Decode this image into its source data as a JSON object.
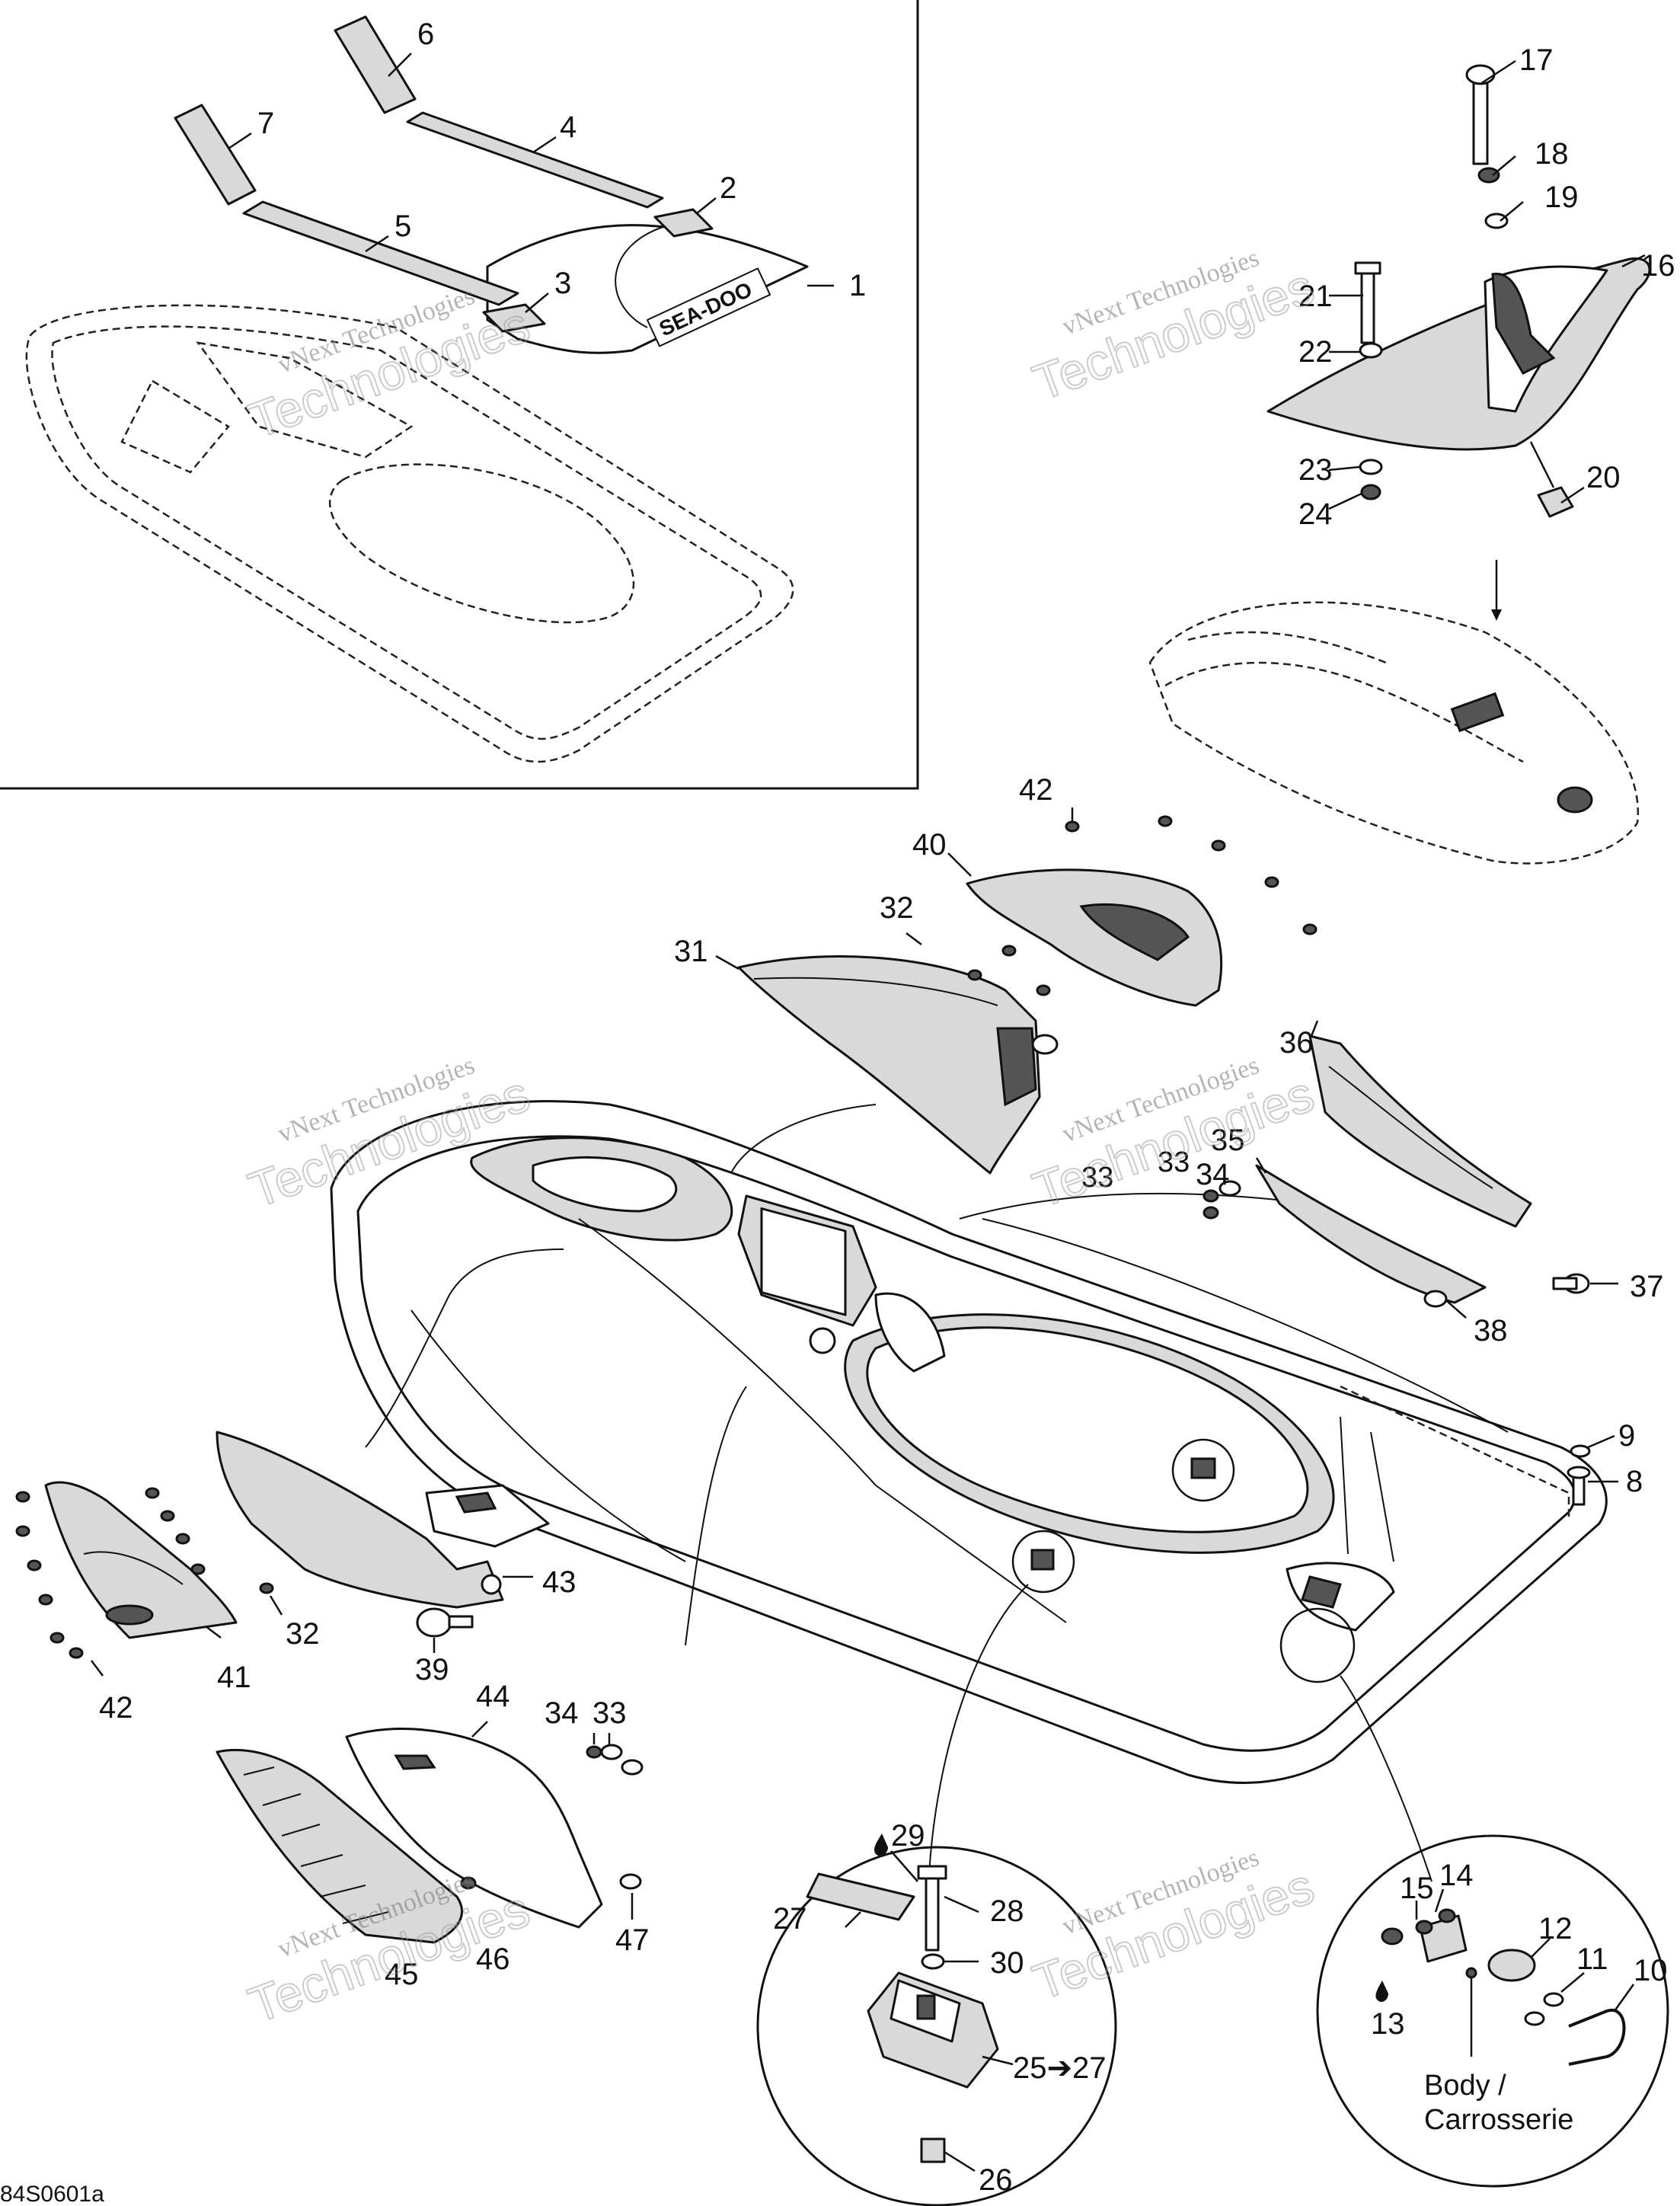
{
  "diagram_code": "84S0601a",
  "logo_text": "SEA-DOO",
  "watermark": {
    "line1": "vNext Technologies",
    "line2": "Technologies"
  },
  "body_label": {
    "line1": "Body /",
    "line2": "Carrosserie"
  },
  "callouts": {
    "c1": "1",
    "c2": "2",
    "c3": "3",
    "c4": "4",
    "c5": "5",
    "c6": "6",
    "c7": "7",
    "c8": "8",
    "c9": "9",
    "c10": "10",
    "c11": "11",
    "c12": "12",
    "c13": "13",
    "c14": "14",
    "c15": "15",
    "c16": "16",
    "c17": "17",
    "c18": "18",
    "c19": "19",
    "c20": "20",
    "c21": "21",
    "c22": "22",
    "c23": "23",
    "c24": "24",
    "c25": "25➔27",
    "c26": "26",
    "c27": "27",
    "c28": "28",
    "c29": "29",
    "c30": "30",
    "c31": "31",
    "c32a": "32",
    "c32b": "32",
    "c33a": "33",
    "c33b": "33",
    "c33c": "33",
    "c34a": "34",
    "c34b": "34",
    "c35": "35",
    "c36": "36",
    "c37": "37",
    "c38": "38",
    "c39": "39",
    "c40": "40",
    "c41": "41",
    "c42a": "42",
    "c42b": "42",
    "c43": "43",
    "c44": "44",
    "c45": "45",
    "c46": "46",
    "c47": "47"
  }
}
